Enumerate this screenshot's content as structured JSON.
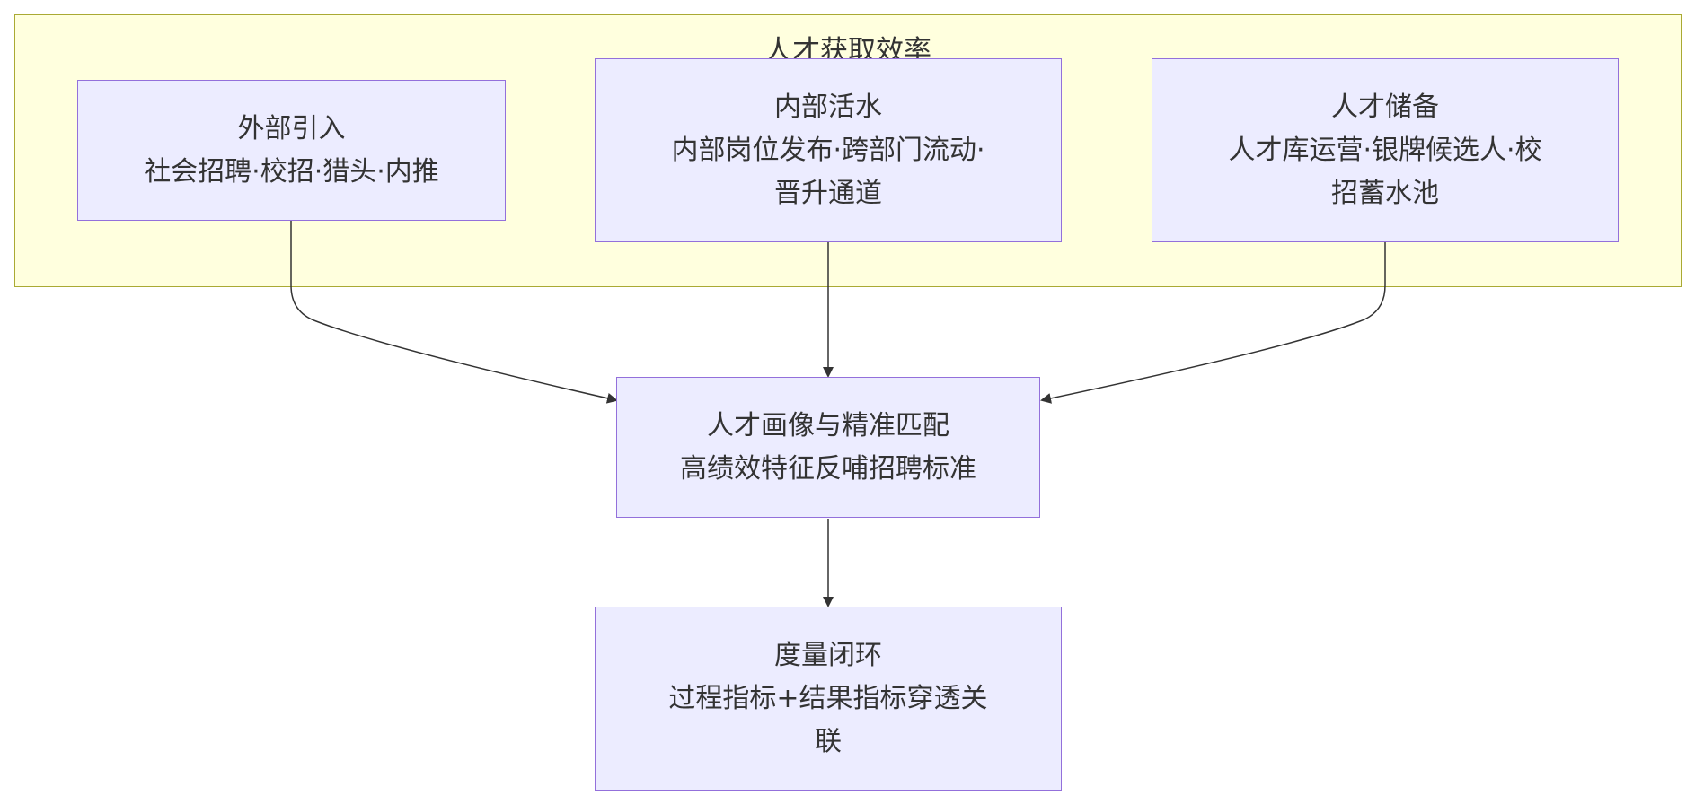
{
  "cluster": {
    "title": "人才获取效率"
  },
  "nodes": {
    "external": {
      "title": "外部引入",
      "line2": "社会招聘·校招·猎头·内推",
      "line3": ""
    },
    "internal": {
      "title": "内部活水",
      "line2": "内部岗位发布·跨部门流动·",
      "line3": "晋升通道"
    },
    "reserve": {
      "title": "人才储备",
      "line2": "人才库运营·银牌候选人·校",
      "line3": "招蓄水池"
    },
    "profile": {
      "title": "人才画像与精准匹配",
      "line2": "高绩效特征反哺招聘标准",
      "line3": ""
    },
    "measure": {
      "title": "度量闭环",
      "line2": "过程指标+结果指标穿透关",
      "line3": "联"
    }
  },
  "colors": {
    "cluster_fill": "#ffffde",
    "cluster_border": "#aaaa33",
    "node_fill": "#ececff",
    "node_border": "#9370db",
    "edge": "#333333",
    "text": "#333333"
  }
}
